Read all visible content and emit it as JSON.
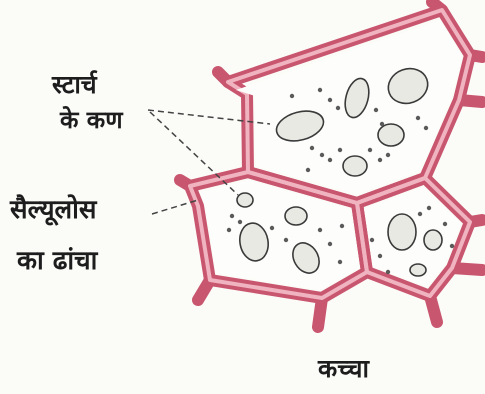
{
  "labels": {
    "starch_line1": "स्टार्च",
    "starch_line2": "के कण",
    "cellulose_line1": "सैल्यूलोस",
    "cellulose_line2": "का ढांचा"
  },
  "caption": "कच्चा",
  "colors": {
    "wall_outer": "#c9566f",
    "wall_inner": "#f0b3c0",
    "cell_fill": "#fdfdfb",
    "grain_stroke": "#3a3a3a",
    "grain_fill": "#e9e9e4",
    "leader": "#444444"
  }
}
